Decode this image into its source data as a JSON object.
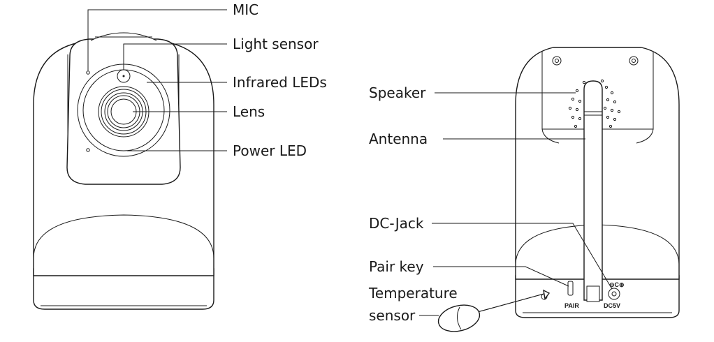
{
  "front_labels": {
    "mic": "MIC",
    "light_sensor": "Light sensor",
    "infrared_leds": "Infrared LEDs",
    "lens": "Lens",
    "power_led": "Power LED"
  },
  "back_labels": {
    "speaker": "Speaker",
    "antenna": "Antenna",
    "dc_jack": "DC-Jack",
    "pair_key": "Pair key",
    "temperature_sensor_line1": "Temperature",
    "temperature_sensor_line2": "sensor"
  },
  "port_labels": {
    "pair": "PAIR",
    "dc5v": "DC5V",
    "polarity": "⊖C⊕"
  },
  "colors": {
    "ink": "#1a1a1a",
    "background": "#ffffff"
  }
}
